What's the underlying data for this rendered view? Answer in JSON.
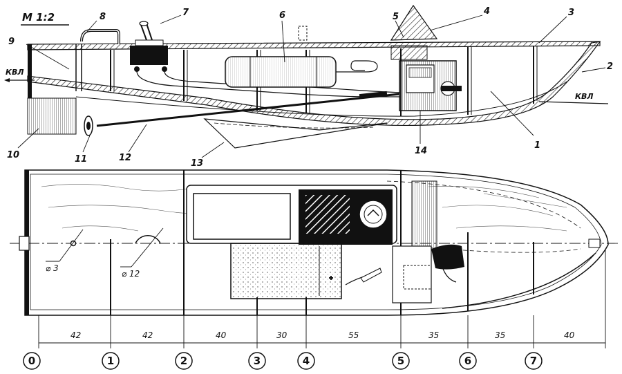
{
  "drawing": {
    "scale_label": "М 1:2",
    "waterline_label": "КВЛ",
    "part_numbers": [
      "1",
      "2",
      "3",
      "4",
      "5",
      "6",
      "7",
      "8",
      "9",
      "10",
      "11",
      "12",
      "13",
      "14"
    ],
    "hole_diameters": [
      "⌀ 3",
      "⌀ 12"
    ],
    "frame_numbers": [
      "0",
      "1",
      "2",
      "3",
      "4",
      "5",
      "6",
      "7"
    ],
    "frame_spacings": [
      "42",
      "42",
      "40",
      "30",
      "55",
      "35",
      "35",
      "40"
    ]
  }
}
